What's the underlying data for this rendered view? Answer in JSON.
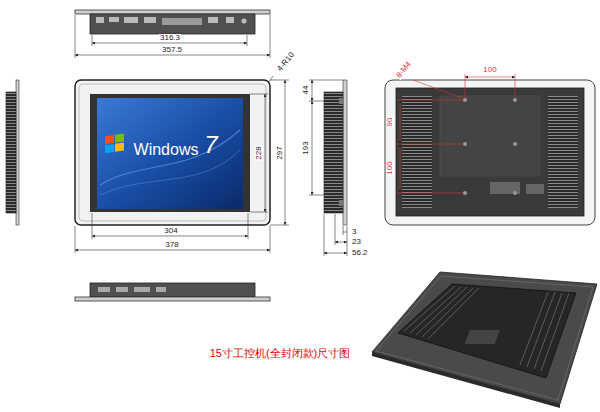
{
  "diagram": {
    "caption": "15寸工控机(全封闭款)尺寸图",
    "labels": [
      "316.3",
      "357.5",
      "4-R10",
      "228",
      "297",
      "304",
      "378",
      "44",
      "193",
      "3",
      "23",
      "56.2",
      "8-M4",
      "100",
      "90",
      "100",
      "Windows",
      "7"
    ]
  }
}
